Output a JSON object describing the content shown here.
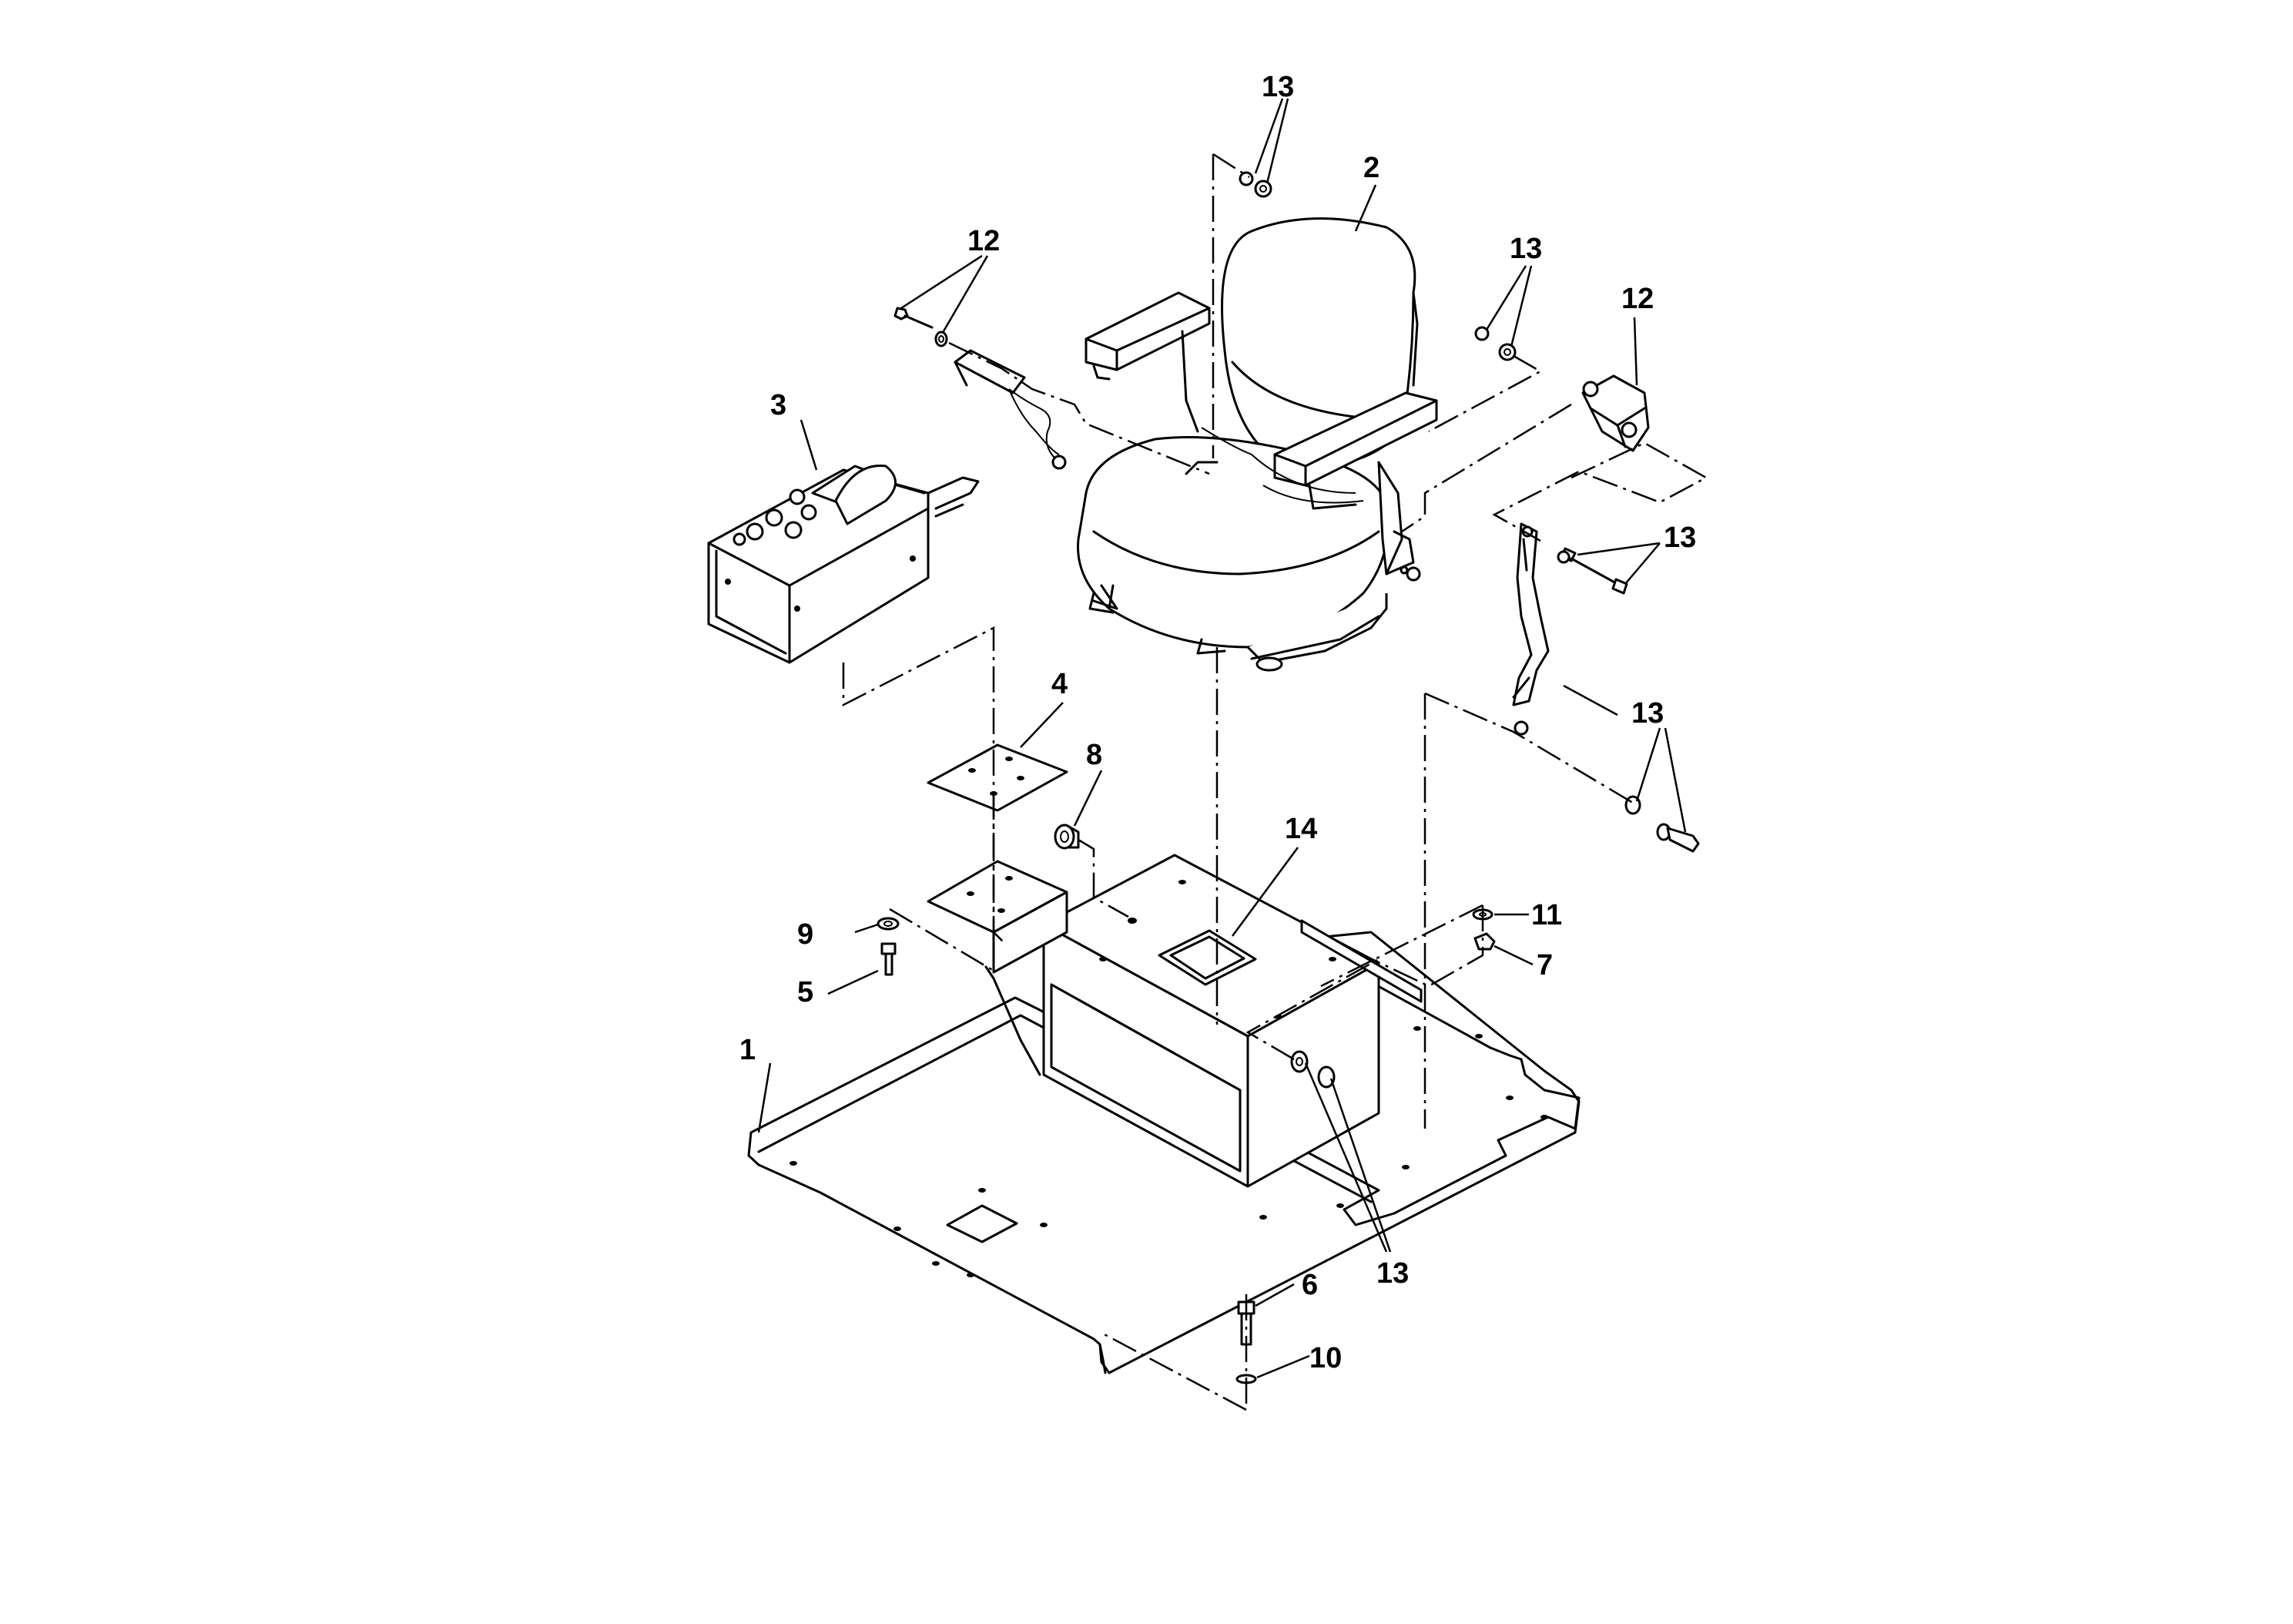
{
  "diagram": {
    "callouts": {
      "c1": "1",
      "c2": "2",
      "c3": "3",
      "c4": "4",
      "c5": "5",
      "c6": "6",
      "c7": "7",
      "c8": "8",
      "c9": "9",
      "c10": "10",
      "c11": "11",
      "c12a": "12",
      "c12b": "12",
      "c13a": "13",
      "c13b": "13",
      "c13c": "13",
      "c13d": "13",
      "c13e": "13",
      "c14": "14"
    }
  }
}
